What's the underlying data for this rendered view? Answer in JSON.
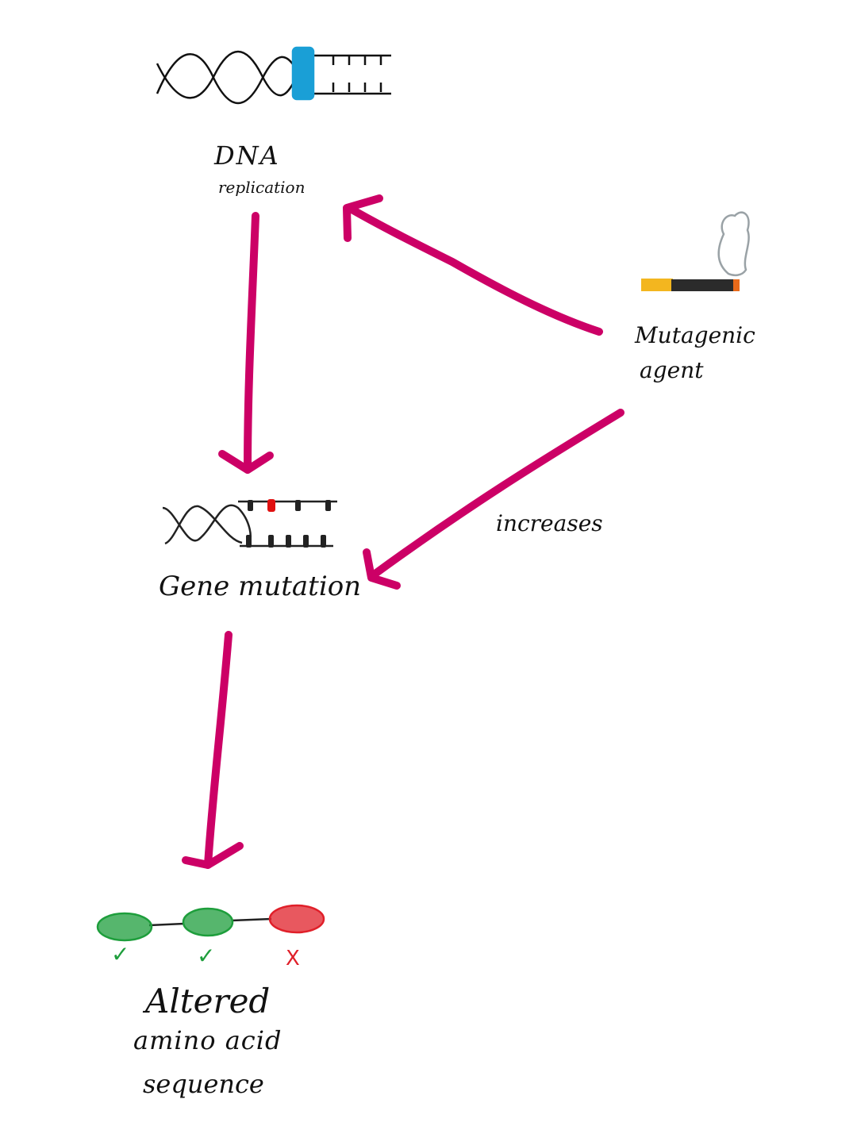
{
  "nodes": {
    "dna_replication": {
      "line1": "DNA",
      "line2": "replication"
    },
    "mutagenic_agent": {
      "line1": "Mutagenic",
      "line2": "agent"
    },
    "gene_mutation": {
      "label": "Gene mutation"
    },
    "altered_sequence": {
      "line1": "Altered",
      "line2": "amino acid",
      "line3": "sequence"
    }
  },
  "edges": {
    "agent_to_mutation_label": "increases"
  },
  "marks": {
    "check": "✓",
    "cross": "X"
  },
  "colors": {
    "arrow": "#cc0066",
    "dna_polymerase": "#1a9fd6",
    "mutation_base": "#e01010",
    "amino_ok": "#1e9e3c",
    "amino_bad": "#e0202a",
    "cigarette_filter": "#f3b61f",
    "cigarette_ash": "#e86a1a",
    "smoke": "#9aa2a6"
  }
}
